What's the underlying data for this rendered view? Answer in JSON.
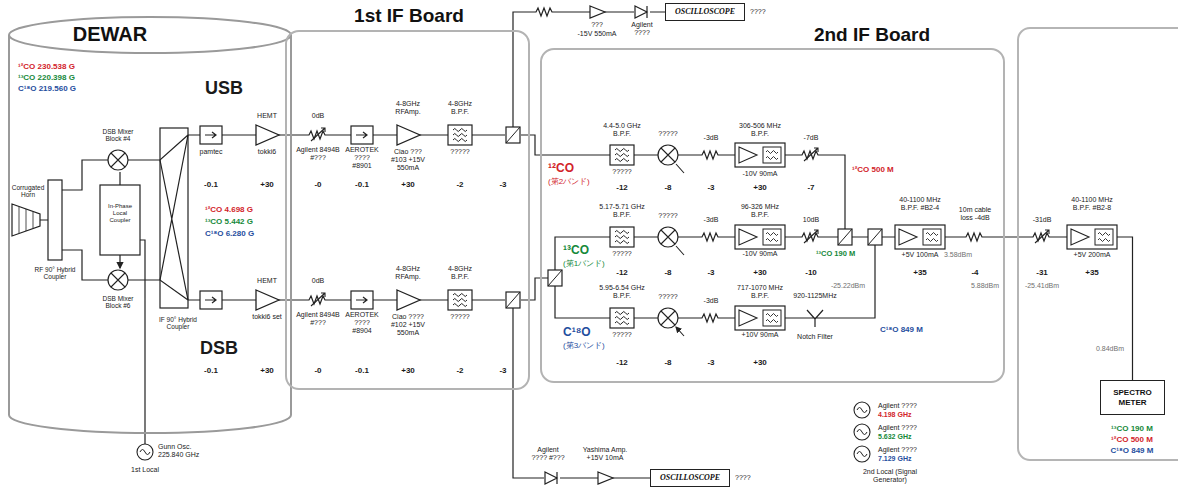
{
  "diagram": {
    "nodes": [
      {
        "text": [
          "DEWAR"
        ]
      },
      {
        "text": [
          "1st IF Board"
        ]
      },
      {
        "text": [
          "2nd IF Board"
        ]
      },
      {
        "text": [
          "OSCILLOSCOPE"
        ]
      },
      {
        "text": [
          "OSCILLOSCOPE"
        ]
      },
      {
        "text": [
          "SPECTRO METER"
        ]
      }
    ],
    "edges": [
      {
        "from": 1,
        "to": 3,
        "arrow": "none"
      },
      {
        "from": 1,
        "to": 4,
        "arrow": "none"
      },
      {
        "from": 2,
        "to": 5,
        "arrow": "none"
      }
    ],
    "labels": [
      "¹²CO 230.538 G",
      "¹³CO 220.398 G",
      "C¹⁸O 219.560 G",
      "USB",
      "DSB",
      "Corrugated Horn",
      "RF 90° Hybrid Coupler",
      "DSB Mixer Block #4",
      "In-Phase Local Coupler",
      "DSB Mixer Block #6",
      "IF 90° Hybrid Coupler",
      "HEMT",
      "pamtec",
      "tokki6",
      "-0.1",
      "+30",
      "¹²CO 4.698 G",
      "¹³CO 5.442 G",
      "C¹⁸O 6.280 G",
      "HEMT",
      "tokki6 set",
      "-0.1",
      "+30",
      "Gunn Osc. 225.840 GHz",
      "1st Local",
      "0dB",
      "Agilent 8494B #???",
      "AEROTEK ???? #8901",
      "4-8GHz RFAmp.",
      "Ciao ??? #103 +15V 550mA",
      "4-8GHz B.P.F.",
      "?????",
      "-0",
      "-0.1",
      "+30",
      "-2",
      "-3",
      "0dB",
      "Agilent 8494B #???",
      "AEROTEK ???? #8904",
      "4-8GHz RFAmp.",
      "Ciao ???? #102 +15V 550mA",
      "4-8GHz B.P.F.",
      "?????",
      "-0",
      "-0.1",
      "+30",
      "-2",
      "-3",
      "???",
      "-15V 550mA",
      "Agilent ????",
      "????",
      "Agilent ???? #???",
      "Yashima Amp. +15V 10mA",
      "????",
      "¹²CO",
      "(第2バンド)",
      "4.4-5.0 GHz B.P.F.",
      "?????",
      "?????",
      "-3dB",
      "306-506 MHz B.P.F.",
      "-10V 90mA",
      "-7dB",
      "¹²CO 500 M",
      "-12",
      "-8",
      "-3",
      "+30",
      "-7",
      "¹³CO",
      "(第1バンド)",
      "5.17-5.71 GHz B.P.F.",
      "?????",
      "?????",
      "-3dB",
      "96-326 MHz B.P.F.",
      "-10V 90mA",
      "10dB",
      "¹³CO 190 M",
      "-12",
      "-8",
      "-3",
      "+30",
      "-10",
      "C¹⁸O",
      "(第3バンド)",
      "5.95-6.54 GHz B.P.F.",
      "?????",
      "?????",
      "-3dB",
      "717-1070 MHz B.P.F.",
      "+10V 90mA",
      "920-1125MHz",
      "Notch Filter",
      "C¹⁸O 849 M",
      "-12",
      "-8",
      "-3",
      "+30",
      "40-1100 MHz B.P.F. #B2-4",
      "+5V 100mA",
      "+35",
      "-25.22dBm",
      "3.58dBm",
      "10m cable loss -4dB",
      "-4",
      "5.88dBm",
      "-31dB",
      "40-1100 MHz B.P.F. #B2-8",
      "+5V 200mA",
      "+35",
      "-31",
      "-25.41dBm",
      "0.84dBm",
      "¹³CO 190 M",
      "¹²CO 500 M",
      "C¹⁸O 849 M",
      "Agilent ????",
      "4.198 GHz",
      "Agilent ????",
      "5.632 GHz",
      "Agilent ????",
      "7.129 GHz",
      "2nd Local (Signal Generator)"
    ]
  }
}
